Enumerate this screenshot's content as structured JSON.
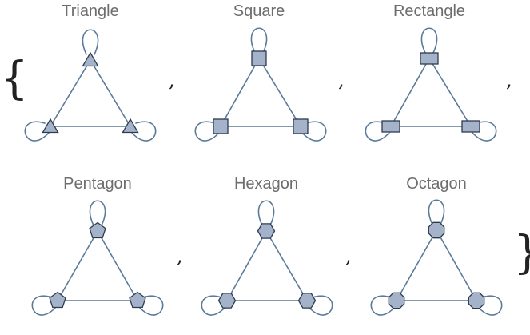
{
  "list": {
    "open_brace": "{",
    "close_brace": "}",
    "separator": ","
  },
  "colors": {
    "edge": "#5a7a99",
    "vertex_fill": "#a5b3ca",
    "vertex_stroke": "#2e3b4e",
    "title": "#6d6d6d"
  },
  "graphs": [
    {
      "title": "Triangle",
      "vertex_shape": "triangle"
    },
    {
      "title": "Square",
      "vertex_shape": "square"
    },
    {
      "title": "Rectangle",
      "vertex_shape": "rectangle"
    },
    {
      "title": "Pentagon",
      "vertex_shape": "pentagon"
    },
    {
      "title": "Hexagon",
      "vertex_shape": "hexagon"
    },
    {
      "title": "Octagon",
      "vertex_shape": "octagon"
    }
  ]
}
